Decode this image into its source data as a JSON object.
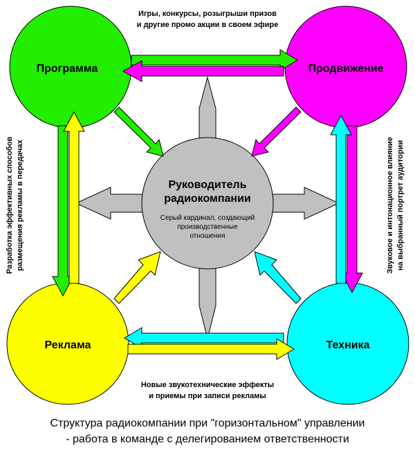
{
  "colors": {
    "program": "#22ee00",
    "promotion": "#ff00ff",
    "advertising": "#ffff00",
    "technique": "#00ffff",
    "center": "#c0c0c0"
  },
  "nodes": {
    "program": "Программа",
    "promotion": "Продвижение",
    "advertising": "Реклама",
    "technique": "Техника"
  },
  "center": {
    "title_line1": "Руководитель",
    "title_line2": "радиокомпании",
    "sub_line1": "Серый кардинал, создающий",
    "sub_line2": "производственные",
    "sub_line3": "отношения"
  },
  "notes": {
    "top_line1": "Игры, конкурсы, розыгрыши призов",
    "top_line2": "и другие промо акции в своем эфире",
    "bottom_line1": "Новые звукотехнические эффекты",
    "bottom_line2": "и приемы при записи рекламы",
    "left_line1": "Разработка эффективных способов",
    "left_line2": "размещения рекламы в передачах",
    "right_line1": "Звуковое и интонационное влияние",
    "right_line2": "на выбранный портрет аудитории"
  },
  "caption": {
    "line1": "Структура радиокомпании при \"горизонтальном\" управлении",
    "line2": "- работа в команде с делегированием ответственности"
  }
}
